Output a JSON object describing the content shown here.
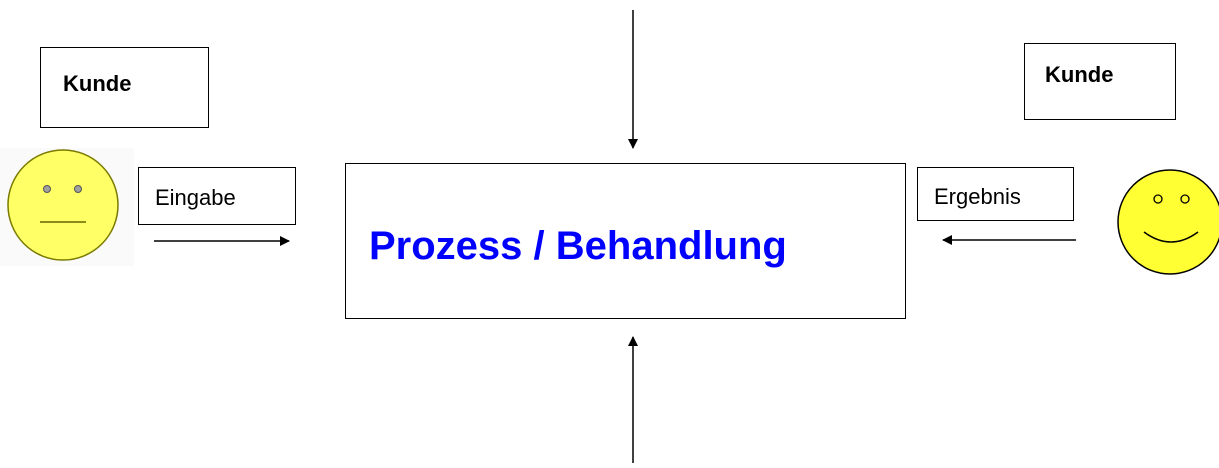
{
  "customer_left": {
    "label": "Kunde",
    "mood": "neutral"
  },
  "customer_right": {
    "label": "Kunde",
    "mood": "happy"
  },
  "input": {
    "label": "Eingabe"
  },
  "output": {
    "label": "Ergebnis"
  },
  "process": {
    "label": "Prozess / Behandlung"
  },
  "colors": {
    "process_text": "#0000ff",
    "face_fill": "#ffff66",
    "face_stroke": "#7a7a00",
    "line": "#000000"
  },
  "icons": [
    "neutral-face-icon",
    "smiley-face-icon"
  ]
}
